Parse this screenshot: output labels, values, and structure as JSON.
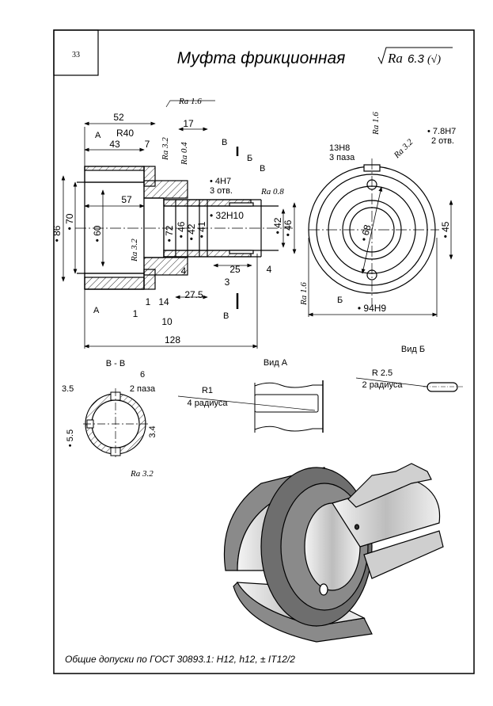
{
  "page_number": "33",
  "title": "Муфта фрикционная",
  "general_roughness": {
    "prefix": "Ra",
    "value": "6.3",
    "suffix": "(√)"
  },
  "footer": {
    "text": "Общие допуски по ГОСТ ",
    "standard": "30893.1",
    "tolerances": ": H12, h12, ± IT12/2"
  },
  "main_section": {
    "roughness": [
      "Ra 1.6",
      "Ra 3.2",
      "Ra 0.4",
      "Ra 0.8",
      "Ra 3.2"
    ],
    "dimensions": {
      "d52": "52",
      "r40": "R40",
      "d43": "43",
      "d7": "7",
      "d17": "17",
      "d57": "57",
      "d86": "• 86",
      "d70": "• 70",
      "d60": "• 60",
      "d72": "• 72",
      "d46a": "• 46",
      "d42a": "• 42",
      "d41": "• 41",
      "d32": "• 32H10",
      "d42b": "• 42",
      "d46b": "• 46",
      "d4a": "4",
      "d25": "25",
      "d4b": "4",
      "d3": "3",
      "d27_5": "27.5",
      "d1a": "1",
      "d14": "14",
      "d1b": "1",
      "d10": "10",
      "d128": "128"
    },
    "holes_note": {
      "size": "• 4H7",
      "count": "3 отв."
    },
    "view_labels": {
      "A_top": "A",
      "A_leader": "A",
      "V_top": "B",
      "B_top": "Б",
      "V_leader": "B",
      "V_bottom": "B"
    }
  },
  "end_view": {
    "roughness": [
      "Ra 1.6",
      "Ra 3.2",
      "Ra 1.6"
    ],
    "slot_note": {
      "size": "13H8",
      "count": "3 паза"
    },
    "holes_note": {
      "size": "• 7.8H7",
      "count": "2 отв."
    },
    "dimensions": {
      "d68": "• 68",
      "d45": "• 45",
      "d94": "• 94H9"
    },
    "leader_label": "Б"
  },
  "section_vv": {
    "title": "B - B",
    "slot_note": {
      "size": "6",
      "count": "2 паза"
    },
    "dimensions": {
      "d3_5": "3.5",
      "d5_5": "• 5.5",
      "d3_4": "3.4"
    },
    "roughness": "Ra 3.2"
  },
  "view_a": {
    "title": "Вид А",
    "note": {
      "size": "R1",
      "count": "4 радиуса"
    }
  },
  "view_b": {
    "title": "Вид Б",
    "note": {
      "size": "R 2.5",
      "count": "2 радиуса"
    }
  },
  "isometric": {
    "description": "3D cutaway of friction clutch"
  }
}
